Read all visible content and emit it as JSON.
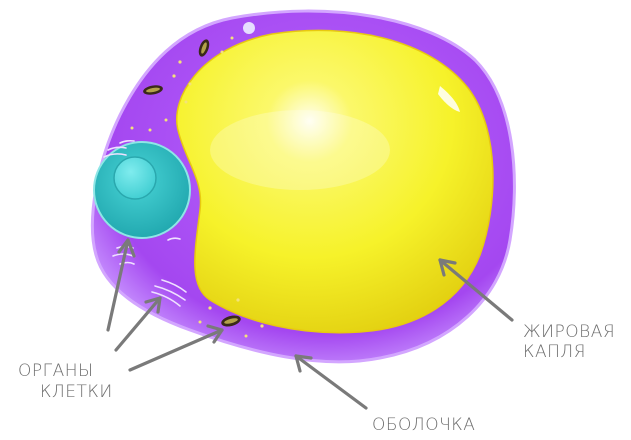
{
  "labels": {
    "organelles_line1": "ОРГАНЫ",
    "organelles_line2": "КЛЕТКИ",
    "fat_drop_line1": "ЖИРОВАЯ",
    "fat_drop_line2": "КАПЛЯ",
    "membrane": "ОБОЛОЧКА"
  },
  "colors": {
    "cytoplasm": "#a94cf2",
    "membrane_edge": "#c88cff",
    "fat_drop": "#f7f52e",
    "fat_drop_shadow": "#e7d513",
    "nucleus": "#2fc0c4",
    "nucleolus": "#5fe0e2",
    "arrow": "#7a7a7a",
    "label": "#6e6e6e"
  }
}
